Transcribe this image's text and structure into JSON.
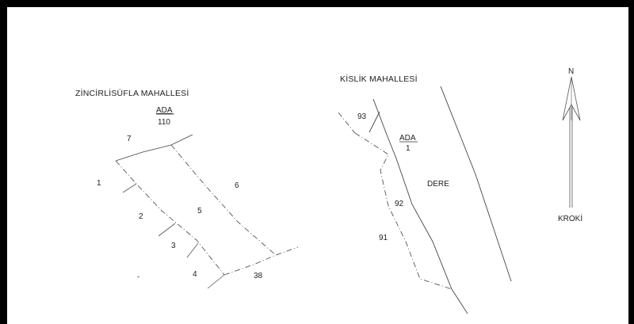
{
  "left_parcel": {
    "neighborhood": "ZİNCİRLİSÜFLA MAHALLESİ",
    "ada_label": "ADA",
    "ada_number": "110",
    "parcels": {
      "p1": "1",
      "p2": "2",
      "p3": "3",
      "p4": "4",
      "p5": "5",
      "p6": "6",
      "p7": "7",
      "p38": "38"
    }
  },
  "right_parcel": {
    "neighborhood": "KİSLİK MAHALLESİ",
    "ada_label": "ADA",
    "ada_number": "1",
    "parcels": {
      "p93": "93",
      "p92": "92",
      "p91": "91"
    },
    "stream_label": "DERE"
  },
  "north_arrow": {
    "letter": "N",
    "caption": "KROKİ"
  }
}
